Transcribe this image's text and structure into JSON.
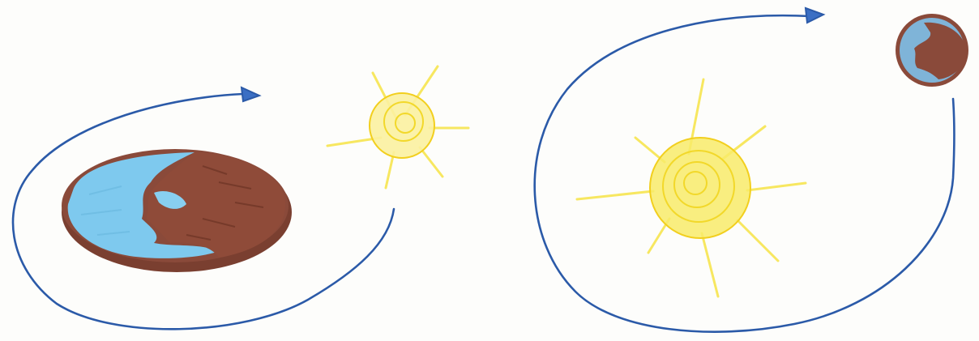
{
  "drawing": {
    "colors": {
      "paper": "#fdfdfb",
      "orbit": "#2b5aa8",
      "sun": "#f6e23a",
      "sun_dark": "#f2cf1e",
      "ocean": "#7ec9ee",
      "land": "#8a4a3a",
      "land_edge": "#7a3f30"
    },
    "panels": [
      {
        "name": "flat-earth-panel",
        "subject": "flat-earth",
        "orbiting_body": "sun"
      },
      {
        "name": "round-earth-panel",
        "subject": "sun",
        "orbiting_body": "round-earth"
      }
    ]
  }
}
